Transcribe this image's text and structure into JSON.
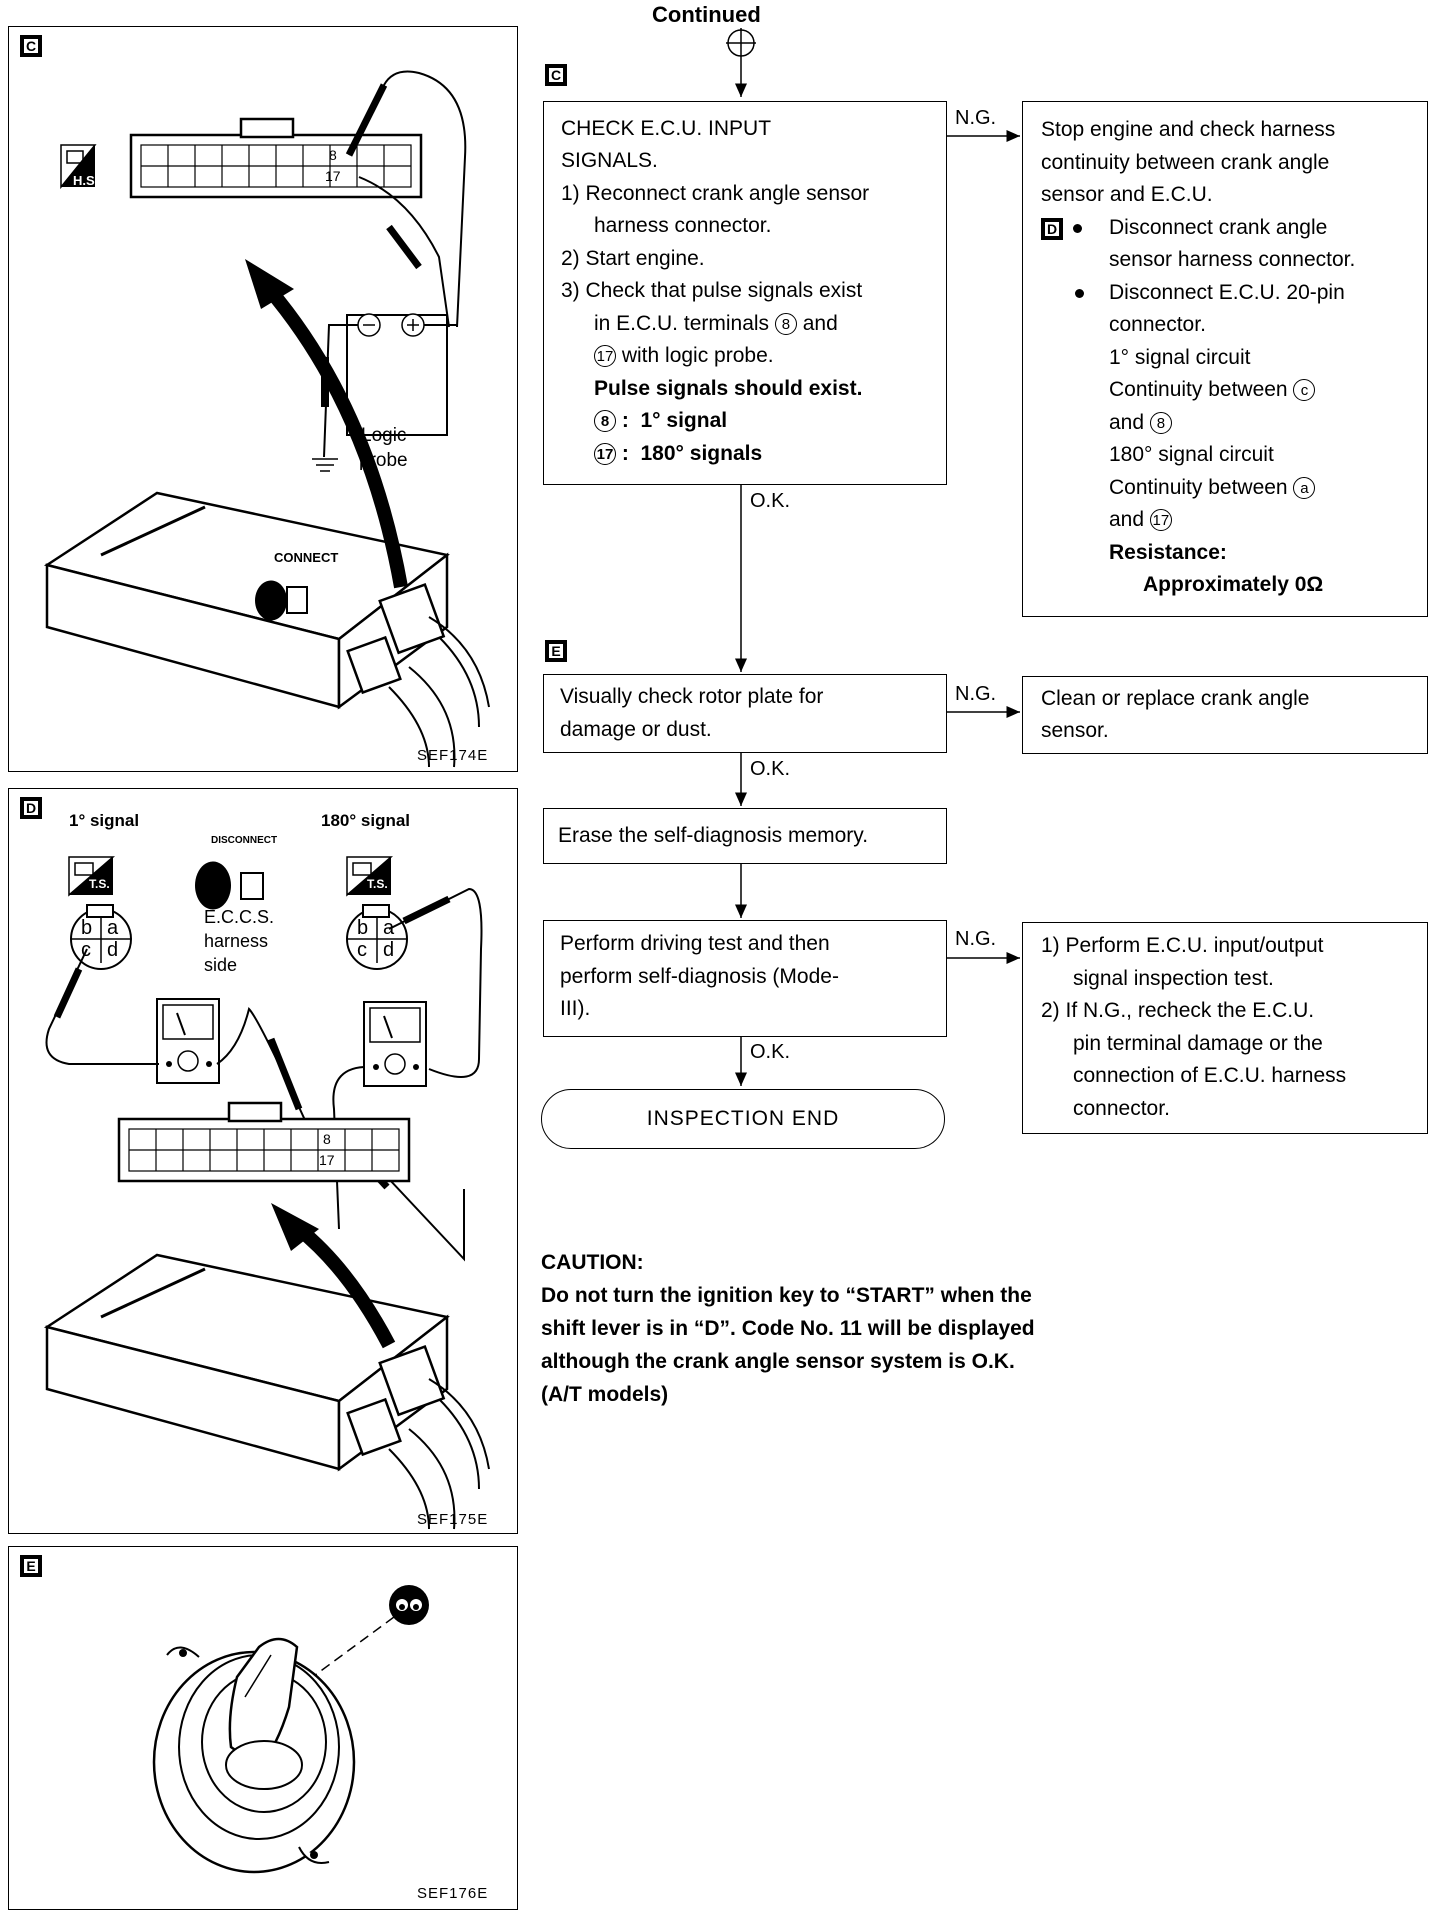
{
  "header": {
    "continued": "Continued"
  },
  "panels": {
    "c": {
      "letter": "C",
      "code": "SEF174E",
      "hs_tag": "H.S",
      "pin_top": "8",
      "pin_bottom": "17",
      "probe_label_1": "Logic",
      "probe_label_2": "probe",
      "connect_label": "CONNECT"
    },
    "d": {
      "letter": "D",
      "code": "SEF175E",
      "signal_left": "1° signal",
      "signal_right": "180° signal",
      "ts_tag": "T.S.",
      "disconnect_label": "DISCONNECT",
      "eccs_1": "E.C.C.S.",
      "eccs_2": "harness",
      "eccs_3": "side",
      "pin_a": "a",
      "pin_b": "b",
      "pin_c": "c",
      "pin_d": "d",
      "pin_top": "8",
      "pin_bottom": "17"
    },
    "e": {
      "letter": "E",
      "code": "SEF176E"
    }
  },
  "flow": {
    "step_c_letter": "C",
    "step_e_letter": "E",
    "check_box": {
      "l1": "CHECK  E.C.U.  INPUT",
      "l2": "SIGNALS.",
      "l3": "1)  Reconnect crank angle sensor",
      "l4": "harness connector.",
      "l5": "2)  Start engine.",
      "l6": "3)  Check that pulse signals exist",
      "l7a": "in E.C.U. terminals",
      "l7b": "and",
      "l8": "with logic probe.",
      "l9": "Pulse signals should exist.",
      "l10": "1° signal",
      "l11": "180° signals",
      "num8": "8",
      "num17": "17"
    },
    "ng_label": "N.G.",
    "ok_label": "O.K.",
    "stop_box": {
      "l1": "Stop engine and check harness",
      "l2": "continuity between crank angle",
      "l3": "sensor and E.C.U.",
      "d_letter": "D",
      "l4": "Disconnect crank angle",
      "l5": "sensor harness connector.",
      "l6": "Disconnect E.C.U. 20-pin",
      "l7": "connector.",
      "l8": "1° signal circuit",
      "l9": "Continuity between",
      "l9c": "c",
      "l10": "and",
      "l10n": "8",
      "l11": "180° signal circuit",
      "l12": "Continuity between",
      "l12c": "a",
      "l13": "and",
      "l13n": "17",
      "l14": "Resistance:",
      "l15": "Approximately 0Ω"
    },
    "visual_box": {
      "l1": "Visually check rotor plate for",
      "l2": "damage or dust."
    },
    "clean_box": {
      "l1": "Clean or replace crank angle",
      "l2": "sensor."
    },
    "erase_box": {
      "l1": "Erase the self-diagnosis memory."
    },
    "drive_box": {
      "l1": "Perform driving test and then",
      "l2": "perform self-diagnosis (Mode-",
      "l3": "III)."
    },
    "perform_box": {
      "l1": "1)  Perform E.C.U. input/output",
      "l2": "signal inspection test.",
      "l3": "2)  If N.G., recheck the E.C.U.",
      "l4": "pin terminal damage or the",
      "l5": "connection of E.C.U. harness",
      "l6": "connector."
    },
    "end_box": {
      "l1": "INSPECTION  END"
    }
  },
  "caution": {
    "title": "CAUTION:",
    "l1": "Do not turn the ignition key to “START” when the",
    "l2": "shift lever is in “D”. Code No. 11 will be displayed",
    "l3": "although the crank angle sensor system is O.K.",
    "l4": "(A/T models)"
  }
}
